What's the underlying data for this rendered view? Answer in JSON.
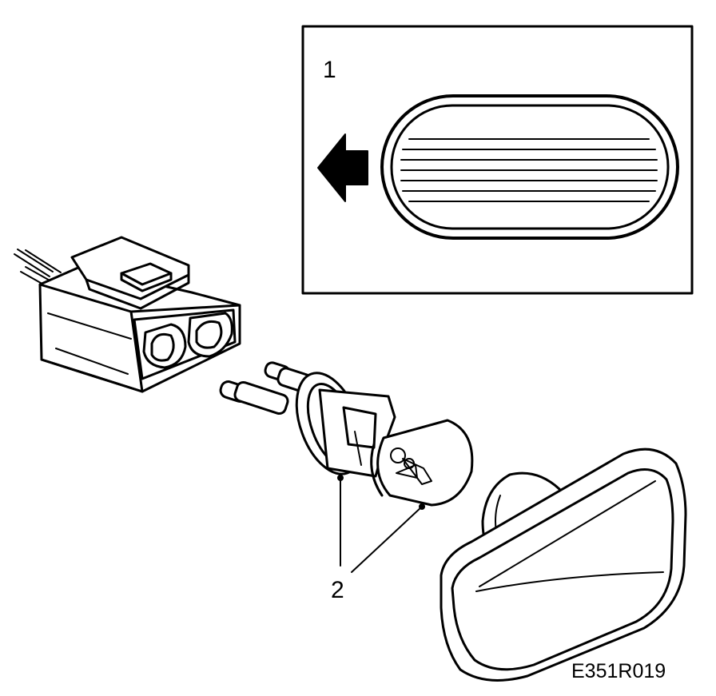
{
  "diagram": {
    "inset": {
      "callout": "1",
      "arrow_icon": "arrow-left-icon",
      "subject": "side-marker-lens-icon"
    },
    "parts": {
      "connector": "connector-plug-icon",
      "bulb": "bulb-socket-icon",
      "lamp_housing": "side-marker-housing-icon"
    },
    "callout_2": "2",
    "figure_code": "E351R019",
    "colors": {
      "ink": "#000000",
      "paper": "#ffffff"
    }
  }
}
